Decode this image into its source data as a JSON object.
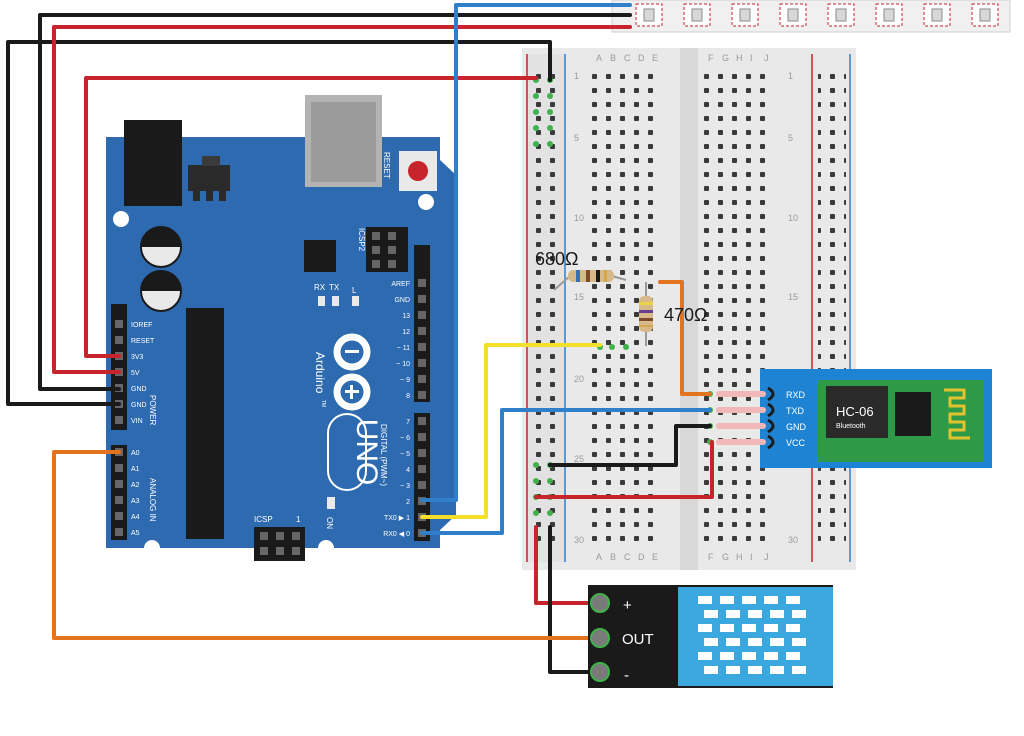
{
  "arduino": {
    "brand": "Arduino",
    "model": "UNO",
    "tm": "TM",
    "reset_label": "RESET",
    "icsp2_label": "ICSP2",
    "icsp_label": "ICSP",
    "icsp_pin1": "1",
    "on_label": "ON",
    "l_label": "L",
    "tx_label": "TX",
    "rx_label": "RX",
    "power_label": "POWER",
    "analog_label": "ANALOG IN",
    "digital_label": "DIGITAL (PWM~)",
    "power_pins": [
      "IOREF",
      "RESET",
      "3V3",
      "5V",
      "GND",
      "GND",
      "VIN"
    ],
    "analog_pins": [
      "A0",
      "A1",
      "A2",
      "A3",
      "A4",
      "A5"
    ],
    "digital_top": [
      "AREF",
      "GND",
      "13",
      "12",
      "~ 11",
      "~ 10",
      "~ 9",
      "8"
    ],
    "digital_bottom": [
      "7",
      "~ 6",
      "~ 5",
      "4",
      "~ 3",
      "2",
      "TX0 ▶ 1",
      "RX0 ◀ 0"
    ]
  },
  "breadboard": {
    "cols_left": [
      "A",
      "B",
      "C",
      "D",
      "E"
    ],
    "cols_right": [
      "F",
      "G",
      "H",
      "I",
      "J"
    ],
    "row_numbers": [
      "1",
      "5",
      "10",
      "15",
      "20",
      "25",
      "30"
    ]
  },
  "components": {
    "resistor1": "680Ω",
    "resistor2": "470Ω",
    "hc06_title": "HC-06",
    "hc06_sub": "Bluetooth",
    "hc06_pins": [
      "RXD",
      "TXD",
      "GND",
      "VCC"
    ],
    "dht_plus": "+",
    "dht_out": "OUT",
    "dht_minus": "-"
  },
  "colors": {
    "board": "#2d6ab0",
    "wire_red": "#c8242b",
    "wire_black": "#1a1a1a",
    "wire_blue": "#2f7fcb",
    "wire_yellow": "#f4df2a",
    "wire_orange": "#e3731f",
    "hc06_body": "#1f83d4",
    "dht_body": "#3aa7de"
  }
}
